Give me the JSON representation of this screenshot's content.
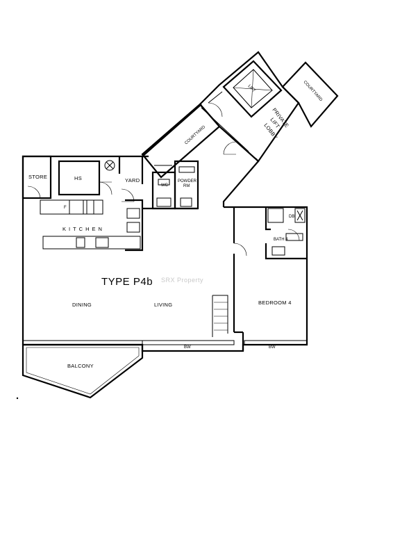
{
  "title": "TYPE P4b",
  "watermark": "SRX Property",
  "rooms": {
    "store": "STORE",
    "hs": "HS",
    "yard": "YARD",
    "wc": "WC",
    "powder_line1": "POWDER",
    "powder_line2": "RM",
    "kitchen": "KITCHEN",
    "dining": "DINING",
    "living": "LIVING",
    "bedroom4": "BEDROOM 4",
    "bath4": "BATH 4",
    "balcony": "BALCONY",
    "courtyard_left": "COURTYARD",
    "courtyard_right": "COURTYARD",
    "private_lift_lobby_line1": "PRIVATE",
    "private_lift_lobby_line2": "LIFT",
    "private_lift_lobby_line3": "LOBBY",
    "lift": "LIFT",
    "bw_left": "BW",
    "bw_right": "BW",
    "kitchen_f": "F",
    "bath_db": "DB"
  }
}
